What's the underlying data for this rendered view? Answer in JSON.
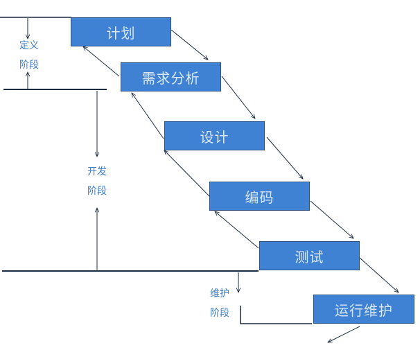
{
  "stages": [
    {
      "id": "plan",
      "label": "计划"
    },
    {
      "id": "requirements",
      "label": "需求分析"
    },
    {
      "id": "design",
      "label": "设计"
    },
    {
      "id": "coding",
      "label": "编码"
    },
    {
      "id": "testing",
      "label": "测试"
    },
    {
      "id": "maintenance",
      "label": "运行维护"
    }
  ],
  "phases": {
    "definition": {
      "line1": "定义",
      "line2": "阶段"
    },
    "development": {
      "line1": "开发",
      "line2": "阶段"
    },
    "maintenance": {
      "line1": "维护",
      "line2": "阶段"
    }
  },
  "colors": {
    "box_fill": "#3f82d3",
    "box_text": "#d8e6f6",
    "phase_text": "#3d7cc9",
    "line": "#1a2a40"
  }
}
